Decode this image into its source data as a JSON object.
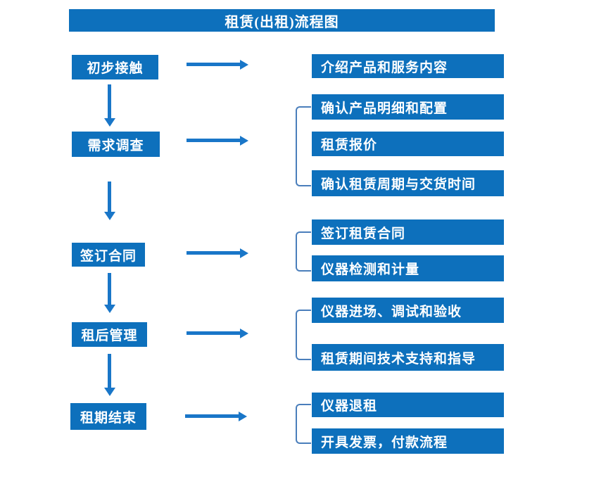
{
  "title": "租赁(出租)流程图",
  "colors": {
    "box_blue": "#0d70bc",
    "arrow_blue": "#1976c8",
    "bracket_blue": "#4a7ebb",
    "text_white": "#ffffff",
    "background": "#ffffff"
  },
  "steps": [
    {
      "label": "初步接触",
      "outputs": [
        "介绍产品和服务内容"
      ]
    },
    {
      "label": "需求调查",
      "outputs": [
        "确认产品明细和配置",
        "租赁报价",
        "确认租赁周期与交货时间"
      ]
    },
    {
      "label": "签订合同",
      "outputs": [
        "签订租赁合同",
        "仪器检测和计量"
      ]
    },
    {
      "label": "租后管理",
      "outputs": [
        "仪器进场、调试和验收",
        "租赁期间技术支持和指导"
      ]
    },
    {
      "label": "租期结束",
      "outputs": [
        "仪器退租",
        "开具发票，付款流程"
      ]
    }
  ]
}
